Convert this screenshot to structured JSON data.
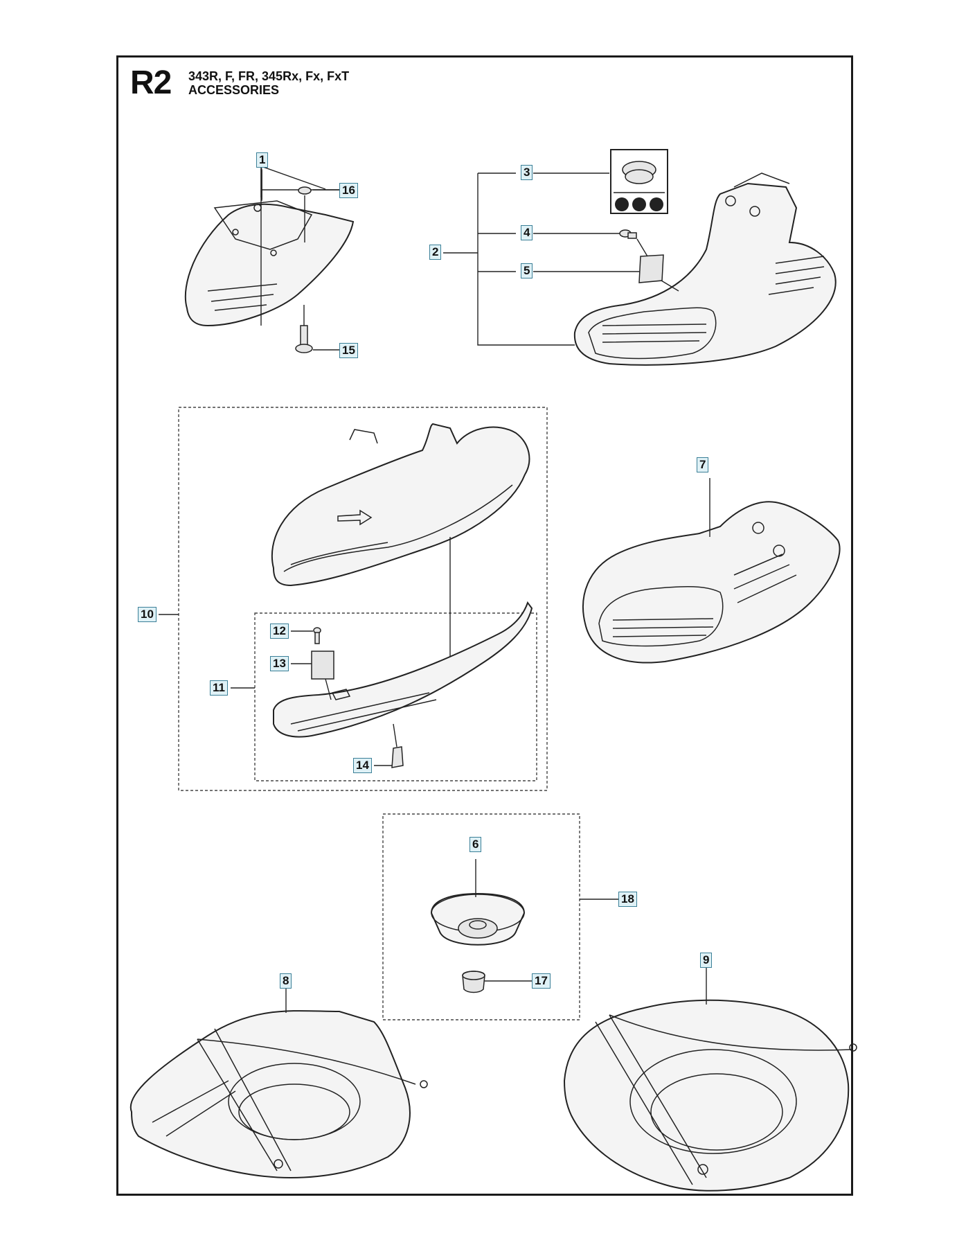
{
  "header": {
    "section_code": "R2",
    "models": "343R, F, FR, 345Rx, Fx, FxT",
    "title": "ACCESSORIES"
  },
  "callouts": [
    "1",
    "2",
    "3",
    "4",
    "5",
    "6",
    "7",
    "8",
    "9",
    "10",
    "11",
    "12",
    "13",
    "14",
    "15",
    "16",
    "17",
    "18"
  ],
  "colors": {
    "callout_fill": "#dff1f6",
    "callout_border": "#3a7f97",
    "line": "#222222"
  }
}
